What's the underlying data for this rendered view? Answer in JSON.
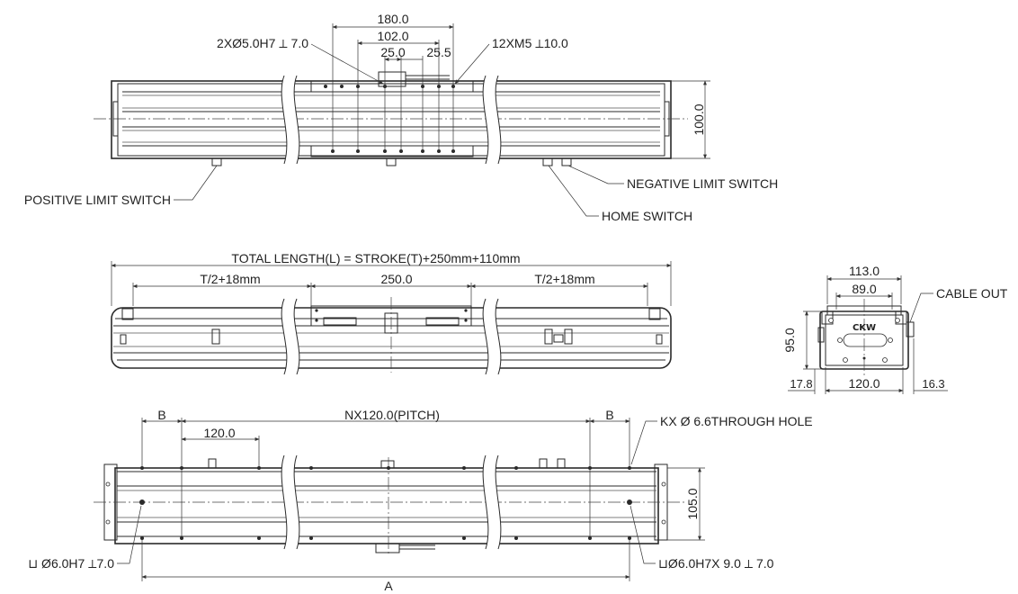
{
  "views": {
    "top": {
      "dims": {
        "d180": "180.0",
        "d102": "102.0",
        "d25": "25.0",
        "d25_5": "25.5",
        "d100": "100.0"
      },
      "callouts": {
        "dowel_holes": "2XØ5.0H7 ⟂ 7.0",
        "tap_holes": "12XM5 ⟂10.0",
        "positive_limit": "POSITIVE LIMIT SWITCH",
        "negative_limit": "NEGATIVE LIMIT SWITCH",
        "home_switch": "HOME SWITCH"
      }
    },
    "side": {
      "dims": {
        "total_length": "TOTAL LENGTH(L) = STROKE(T)+250mm+110mm",
        "left_travel": "T/2+18mm",
        "carriage": "250.0",
        "right_travel": "T/2+18mm"
      }
    },
    "end": {
      "dims": {
        "d113": "113.0",
        "d89": "89.0",
        "d95": "95.0",
        "d17_8": "17.8",
        "d120": "120.0",
        "d16_3": "16.3"
      },
      "callouts": {
        "cable_out": "CABLE OUT"
      },
      "logo": "CKW"
    },
    "bottom": {
      "dims": {
        "b_left": "B",
        "pitch": "NX120.0(PITCH)",
        "b_right": "B",
        "d120": "120.0",
        "d105": "105.0",
        "a": "A"
      },
      "callouts": {
        "through_hole": "KX Ø 6.6THROUGH HOLE",
        "counterbore_left": "⊔ Ø6.0H7 ⟂7.0",
        "counterbore_right": "⊔Ø6.0H7X 9.0 ⟂ 7.0"
      }
    }
  }
}
